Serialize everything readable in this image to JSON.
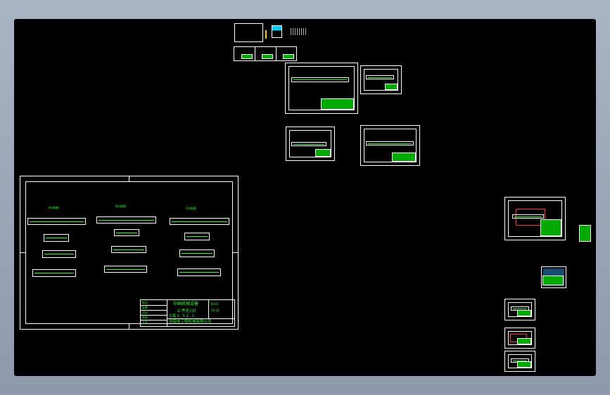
{
  "app": {
    "title": ""
  },
  "main_sheet": {
    "view_labels": [
      "A向视图",
      "B向视图",
      "C向视图"
    ],
    "title_block": {
      "company": "中国机械设备",
      "drawing_name": "2-件孔(3)",
      "line3": "工程   1：5   1：1",
      "maker": "河南省工程机械有限公司",
      "codes": [
        "BJ-01",
        "A3-12"
      ],
      "left_col": [
        "标记",
        "处数",
        "设计",
        "审核",
        "工艺"
      ]
    }
  },
  "colors": {
    "background": "#000000",
    "line": "#ffffff",
    "accent": "#33ff33",
    "frame": "#a9b4c4"
  }
}
